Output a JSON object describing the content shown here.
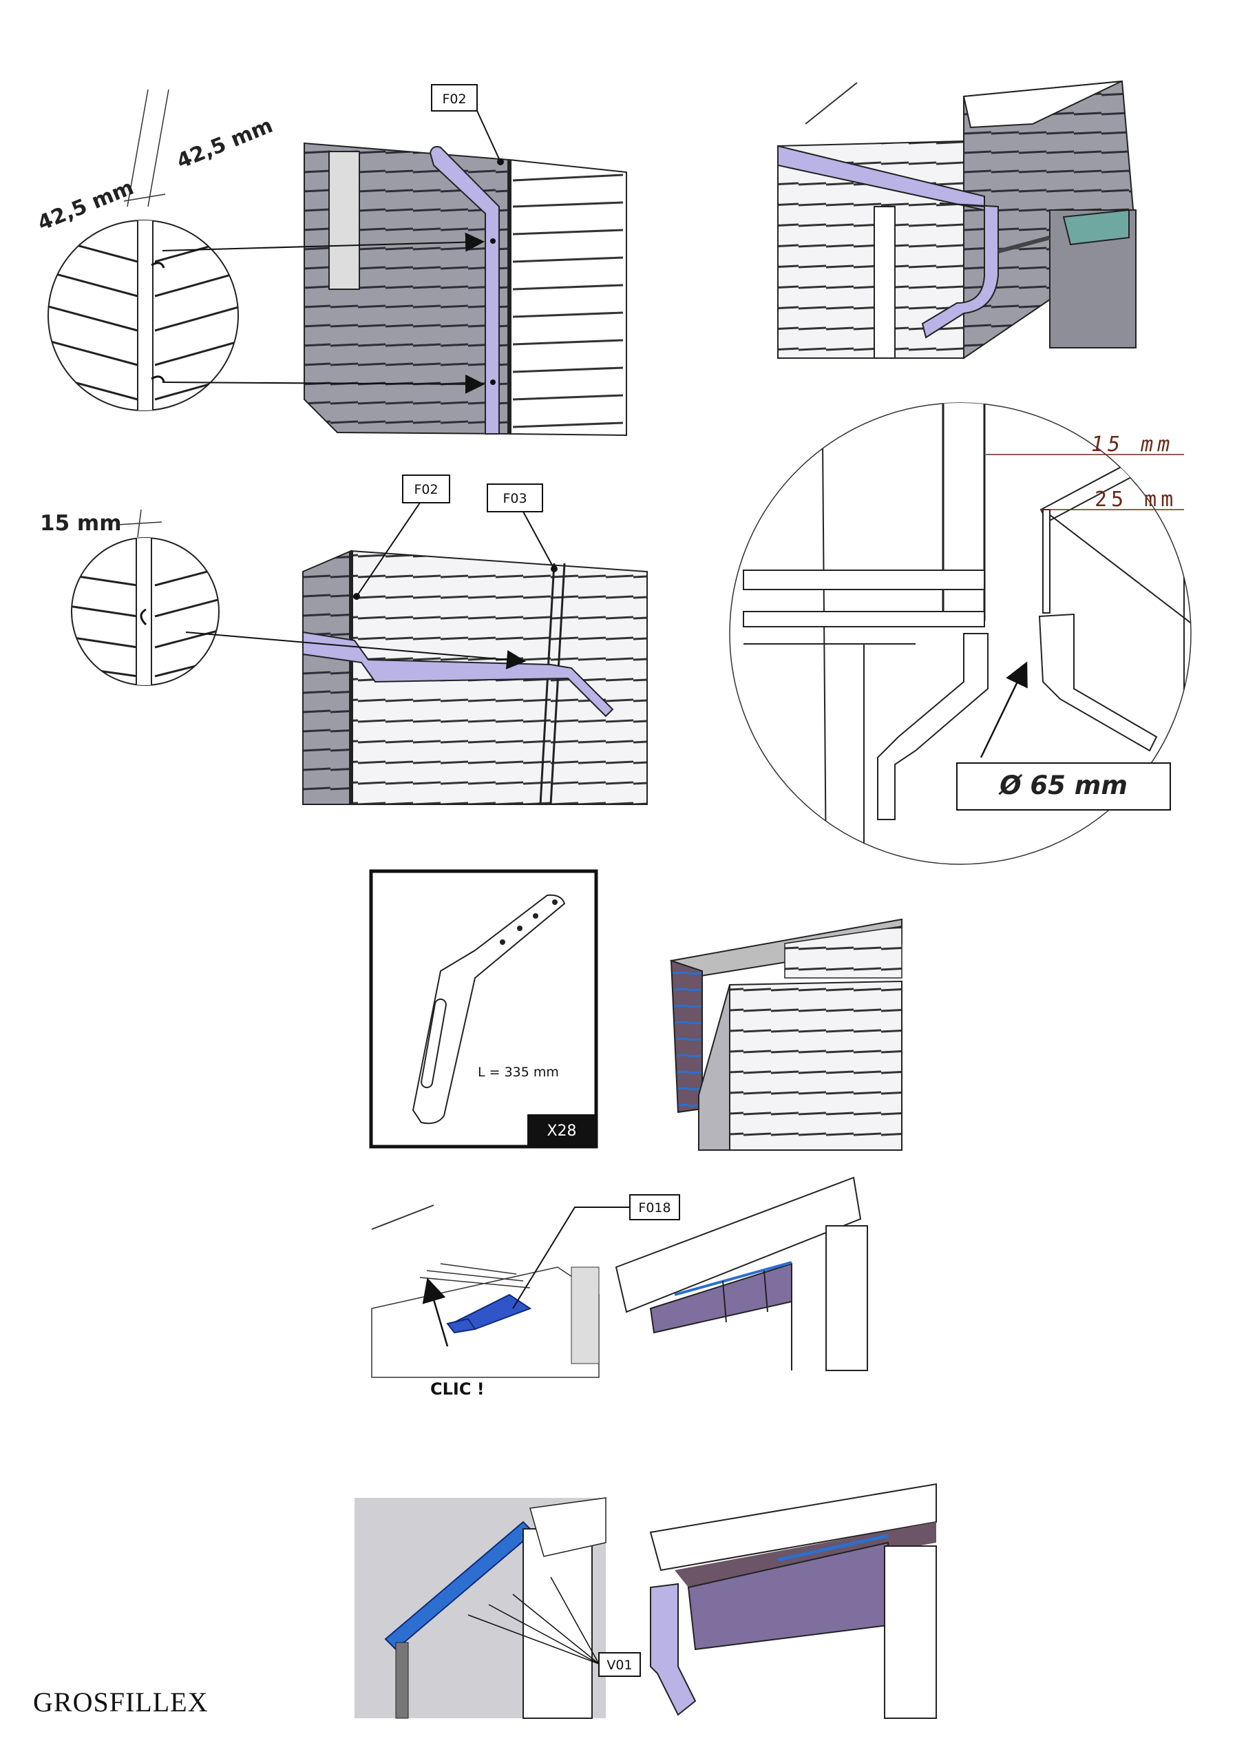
{
  "panel1": {
    "dim_a": "42,5 mm",
    "dim_b": "42,5 mm",
    "part_tag": "F02"
  },
  "panel2": {
    "dim": "15 mm",
    "tag_a": "F02",
    "tag_b": "F03"
  },
  "panel4": {
    "dim_top": "15  mm",
    "dim_mid": "25  mm",
    "diameter": "Ø 65 mm"
  },
  "panel5": {
    "length": "L = 335 mm",
    "quantity": "X28"
  },
  "panel7": {
    "part_tag": "F018",
    "action": "CLIC !"
  },
  "panel9": {
    "part_tag": "V01"
  },
  "footer": {
    "brand": "GROSFILLEX"
  }
}
